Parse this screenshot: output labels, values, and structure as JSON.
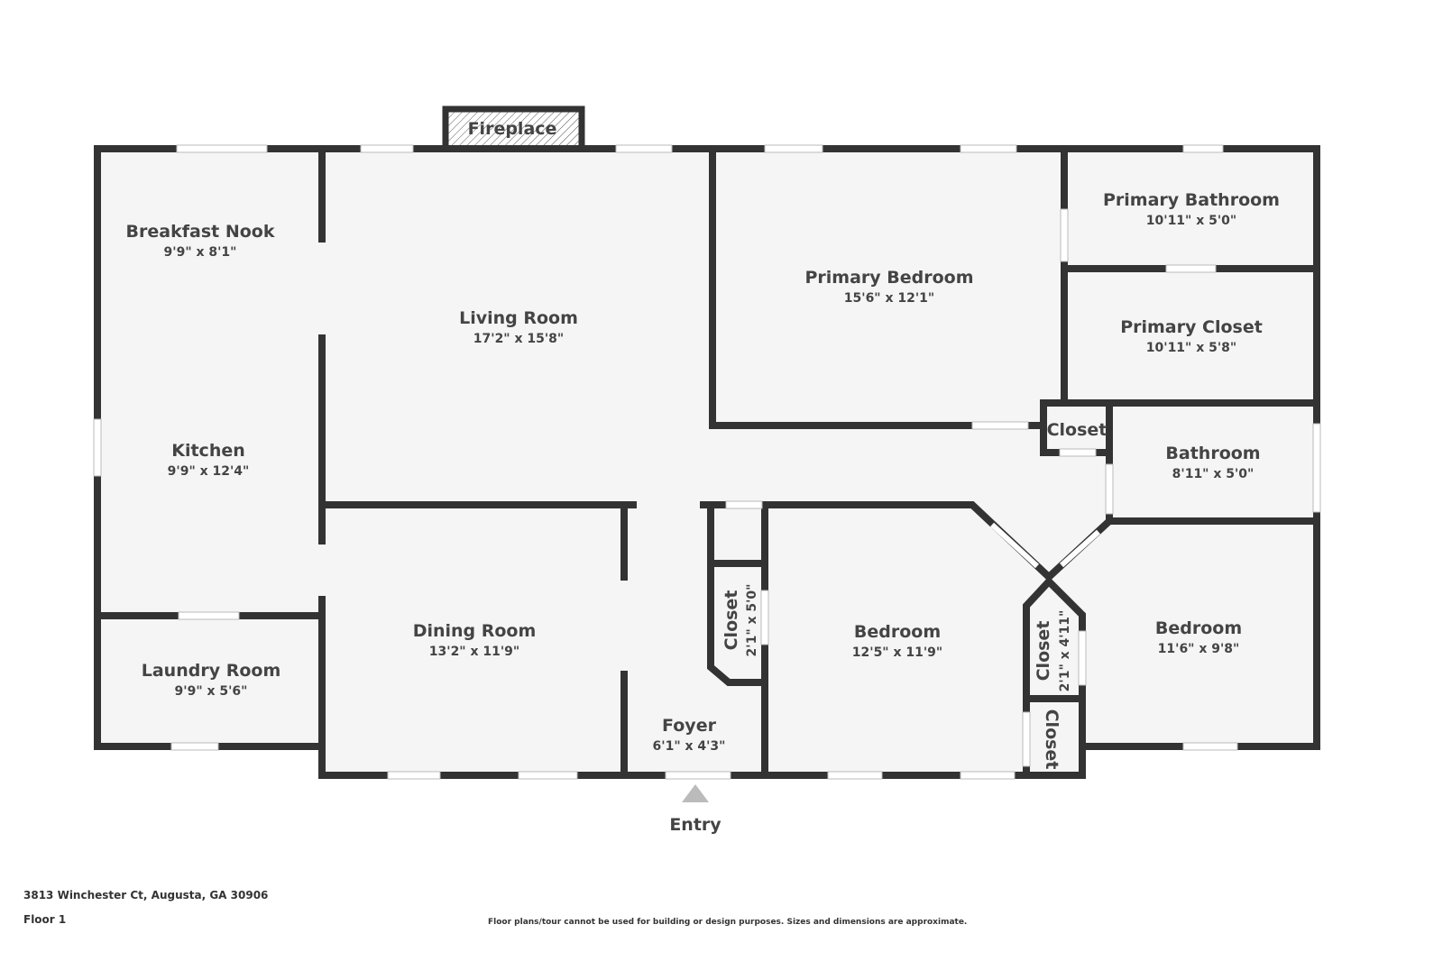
{
  "colors": {
    "wall": "#333333",
    "floor": "#f5f5f5",
    "text": "#444444"
  },
  "fireplace": "Fireplace",
  "rooms": {
    "breakfast_nook": {
      "name": "Breakfast Nook",
      "dims": "9'9\" x 8'1\""
    },
    "kitchen": {
      "name": "Kitchen",
      "dims": "9'9\" x 12'4\""
    },
    "laundry": {
      "name": "Laundry Room",
      "dims": "9'9\" x 5'6\""
    },
    "living": {
      "name": "Living Room",
      "dims": "17'2\" x 15'8\""
    },
    "dining": {
      "name": "Dining Room",
      "dims": "13'2\" x 11'9\""
    },
    "foyer": {
      "name": "Foyer",
      "dims": "6'1\" x 4'3\""
    },
    "primary_bedroom": {
      "name": "Primary Bedroom",
      "dims": "15'6\" x 12'1\""
    },
    "primary_bathroom": {
      "name": "Primary Bathroom",
      "dims": "10'11\" x 5'0\""
    },
    "primary_closet": {
      "name": "Primary Closet",
      "dims": "10'11\" x 5'8\""
    },
    "closet_small": {
      "name": "Closet"
    },
    "bathroom": {
      "name": "Bathroom",
      "dims": "8'11\" x 5'0\""
    },
    "closet_hall": {
      "name": "Closet",
      "dims": "2'1\" x 5'0\""
    },
    "bedroom1": {
      "name": "Bedroom",
      "dims": "12'5\" x 11'9\""
    },
    "closet_bed": {
      "name": "Closet",
      "dims": "2'1\" x 4'11\""
    },
    "closet_bottom": {
      "name": "Closet"
    },
    "bedroom2": {
      "name": "Bedroom",
      "dims": "11'6\" x 9'8\""
    }
  },
  "entry": "Entry",
  "footer": {
    "address": "3813 Winchester Ct, Augusta, GA 30906",
    "floor": "Floor 1",
    "disclaimer": "Floor plans/tour cannot be used for building or design purposes. Sizes and dimensions are approximate."
  }
}
